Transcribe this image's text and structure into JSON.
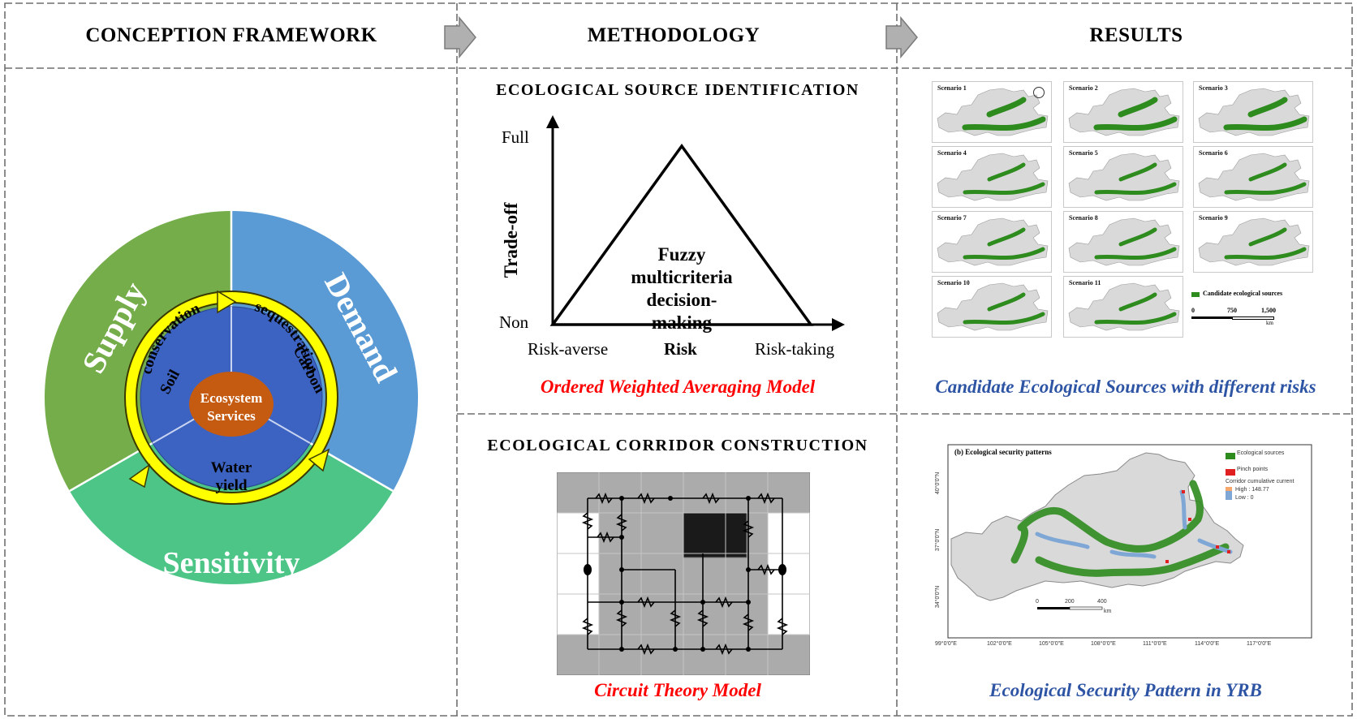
{
  "headers": {
    "conception": "CONCEPTION FRAMEWORK",
    "methodology": "METHODOLOGY",
    "results": "RESULTS"
  },
  "wheel": {
    "supply": "Supply",
    "demand": "Demand",
    "sensitivity": "Sensitivity",
    "center_line1": "Ecosystem",
    "center_line2": "Services",
    "soil_line1": "Soil",
    "soil_line2": "conservation",
    "carbon_line1": "Carbon",
    "carbon_line2": "sequestration",
    "water_line1": "Water",
    "water_line2": "yield",
    "colors": {
      "supply": "#74ad4a",
      "demand": "#5b9bd5",
      "sensitivity": "#4cc587",
      "inner": "#3c63c2",
      "center": "#c55a11",
      "ring": "#ffff00"
    }
  },
  "methodology": {
    "source_title": "ECOLOGICAL SOURCE IDENTIFICATION",
    "y_full": "Full",
    "y_non": "Non",
    "y_axis": "Trade-off",
    "x_left": "Risk-averse",
    "x_mid": "Risk",
    "x_right": "Risk-taking",
    "triangle_line1": "Fuzzy",
    "triangle_line2": "multicriteria",
    "triangle_line3": "decision-making",
    "owa_caption": "Ordered Weighted Averaging Model",
    "corridor_title": "ECOLOGICAL CORRIDOR CONSTRUCTION",
    "circuit_caption": "Circuit Theory Model"
  },
  "results": {
    "scenarios": [
      "Scenario 1",
      "Scenario 2",
      "Scenario 3",
      "Scenario 4",
      "Scenario 5",
      "Scenario 6",
      "Scenario 7",
      "Scenario 8",
      "Scenario 9",
      "Scenario 10",
      "Scenario 11"
    ],
    "legend_candidate": "Candidate ecological sources",
    "scale_0": "0",
    "scale_750": "750",
    "scale_1500": "1,500",
    "scale_unit": "km",
    "candidate_caption": "Candidate Ecological Sources with different risks",
    "esp_title": "(b) Ecological security patterns",
    "esp_legend_sources": "Ecological sources",
    "esp_legend_pinch": "Pinch points",
    "esp_legend_current": "Corridor cumulative current",
    "esp_legend_high": "High : 148.77",
    "esp_legend_low": "Low : 0",
    "esp_scale": [
      "0",
      "200",
      "400"
    ],
    "esp_scale_unit": "km",
    "esp_lon": [
      "99°0'0\"E",
      "102°0'0\"E",
      "105°0'0\"E",
      "108°0'0\"E",
      "111°0'0\"E",
      "114°0'0\"E",
      "117°0'0\"E"
    ],
    "esp_lat": [
      "40°0'0\"N",
      "37°0'0\"N",
      "34°0'0\"N"
    ],
    "esp_caption": "Ecological Security Pattern in YRB"
  },
  "colors": {
    "caption_red": "#ff0000",
    "caption_blue": "#2e54a4",
    "source_green": "#2e8b1e"
  }
}
